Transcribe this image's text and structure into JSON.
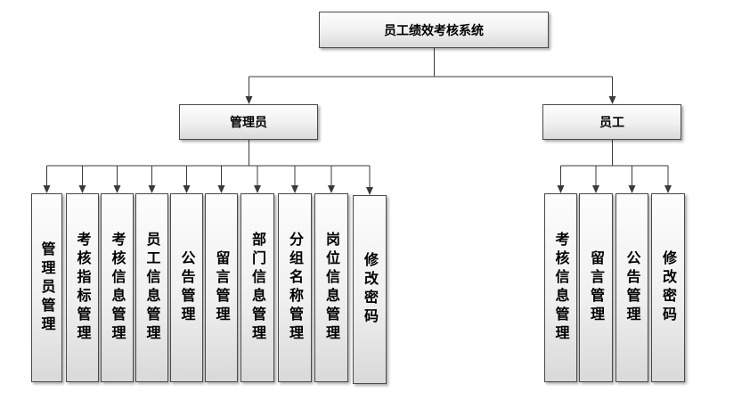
{
  "root": {
    "label": "员工绩效考核系统"
  },
  "admin": {
    "label": "管理员",
    "children": [
      "管理员管理",
      "考核指标管理",
      "考核信息管理",
      "员工信息管理",
      "公告管理",
      "留言管理",
      "部门信息管理",
      "分组名称管理",
      "岗位信息管理",
      "修改密码"
    ]
  },
  "employee": {
    "label": "员工",
    "children": [
      "考核信息管理",
      "留言管理",
      "公告管理",
      "修改密码"
    ]
  },
  "colors": {
    "line": "#3a3a3a",
    "border": "#4a4a4a"
  }
}
